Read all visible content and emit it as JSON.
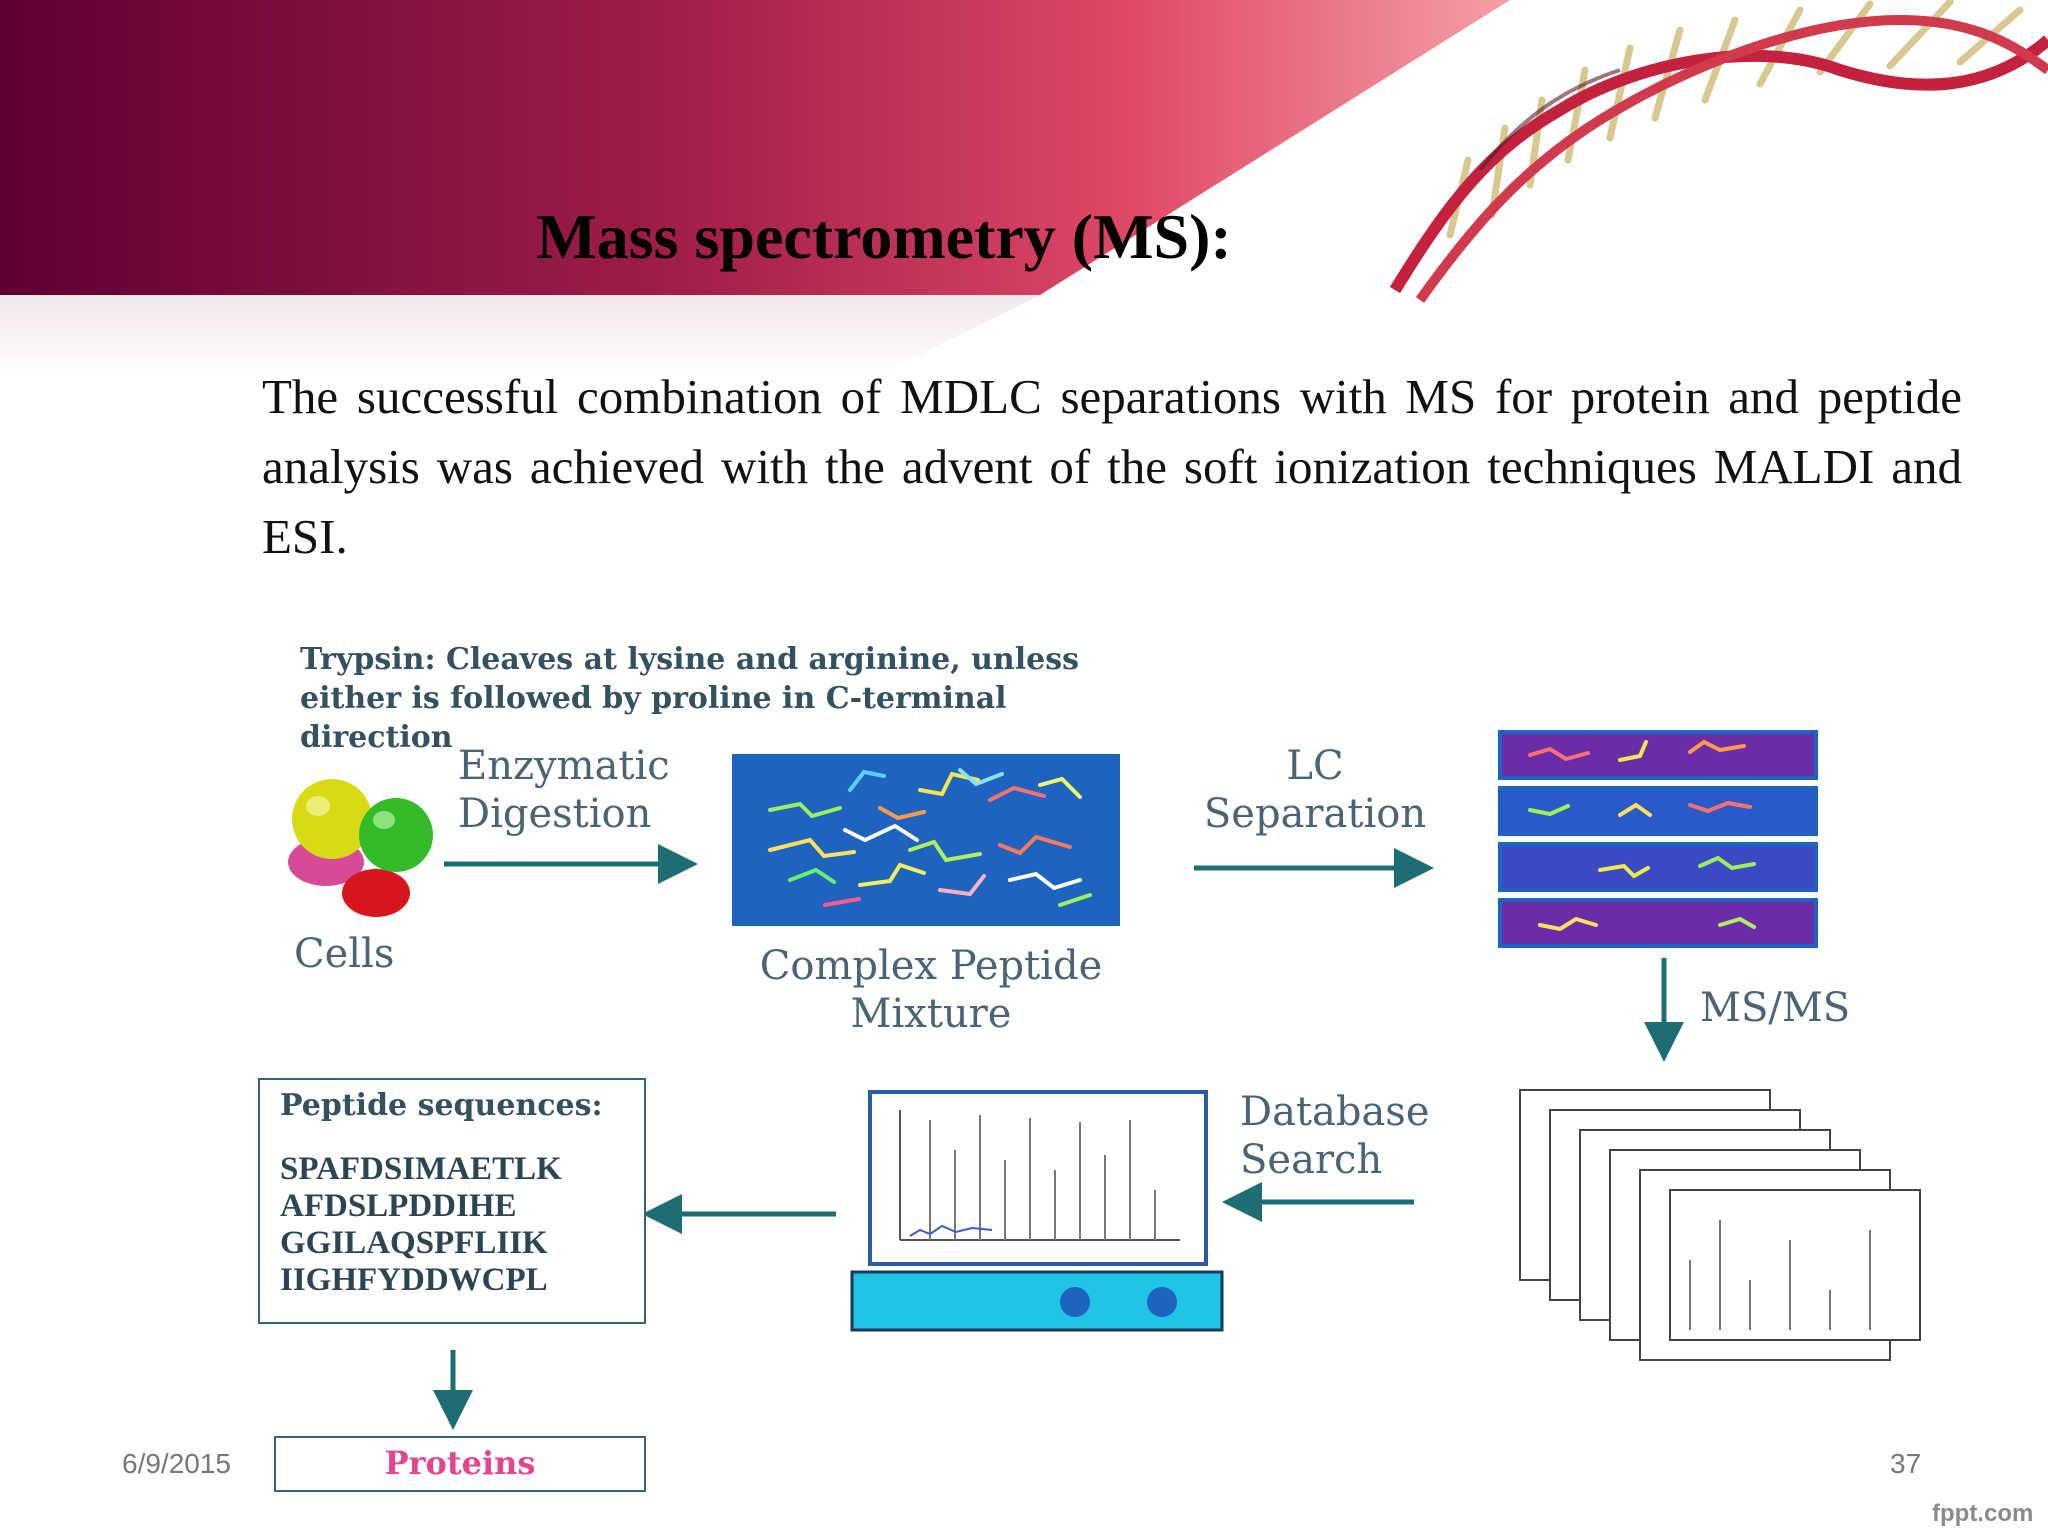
{
  "slide": {
    "title": "Mass spectrometry (MS):",
    "body": "The  successful combination of MDLC separations with MS for protein and peptide analysis  was achieved with the advent of the soft ionization techniques  MALDI and ESI.",
    "date": "6/9/2015",
    "page_number": "37",
    "brand": "fppt.com"
  },
  "colors": {
    "header_dark": "#5e0032",
    "header_mid": "#a01e4a",
    "header_light": "#e04866",
    "diagram_text": "#4a6474",
    "arrow": "#1d6d72",
    "mixture_bg": "#1e63c0",
    "column_bg": "#6a2ca8",
    "proteins_text": "#e4458f"
  },
  "diagram": {
    "trypsin_note": {
      "line1": "Trypsin: Cleaves  at lysine and arginine, unless",
      "line2": "either is followed by proline in C-terminal",
      "line3": "direction"
    },
    "cells_label": "Cells",
    "digestion_label": {
      "line1": "Enzymatic",
      "line2": "Digestion"
    },
    "mixture_label": {
      "line1": "Complex Peptide",
      "line2": "Mixture"
    },
    "lc_label": {
      "line1": "LC",
      "line2": "Separation"
    },
    "msms_label": "MS/MS",
    "database_label": {
      "line1": "Database",
      "line2": "Search"
    },
    "peptide_box": {
      "header": "Peptide sequences:",
      "sequences": [
        "SPAFDSIMAETLK",
        "AFDSLPDDIHE",
        "GGILAQSPFLIIK",
        "IIGHFYDDWCPL"
      ]
    },
    "proteins_label": "Proteins"
  }
}
